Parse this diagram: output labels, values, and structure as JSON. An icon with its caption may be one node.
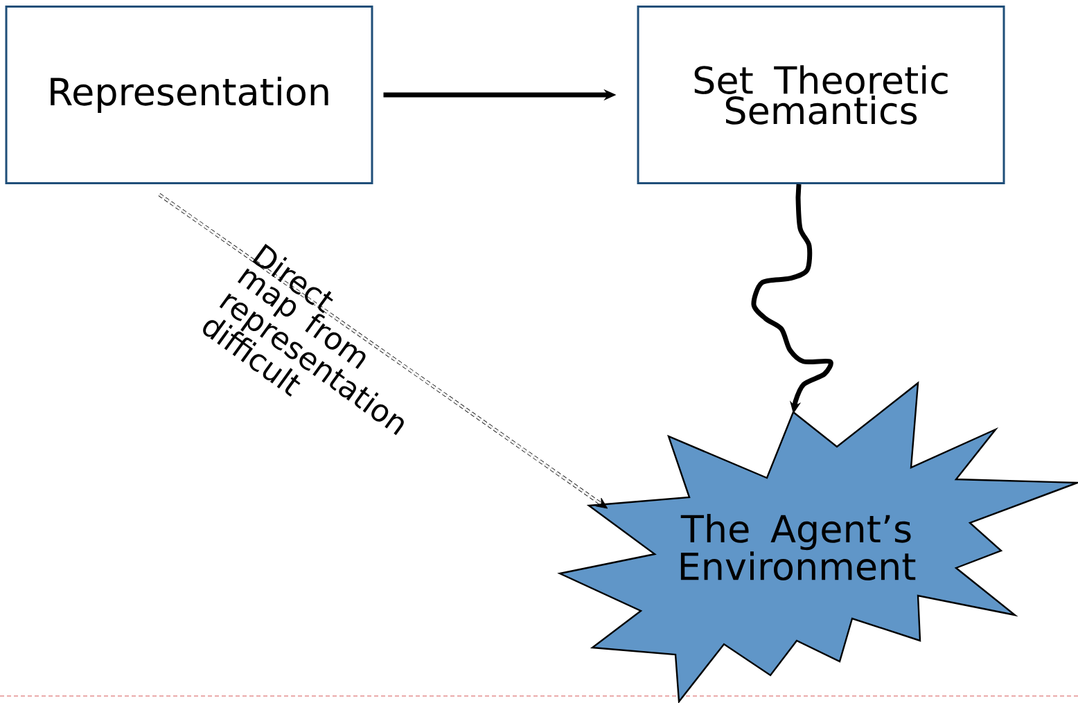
{
  "diagram": {
    "nodes": [
      {
        "text": [
          "Representation"
        ]
      },
      {
        "text": [
          "Set Theoretic Semantics"
        ]
      },
      {
        "text": [
          "The Agent’s Environment"
        ]
      }
    ],
    "edges": [
      {
        "from": 0,
        "to": 1,
        "arrow": "to"
      },
      {
        "from": 1,
        "to": 2,
        "arrow": "to"
      },
      {
        "from": 0,
        "to": 2,
        "arrow": "to",
        "style": "dashed",
        "label": "Direct map from representation difficult"
      }
    ]
  }
}
